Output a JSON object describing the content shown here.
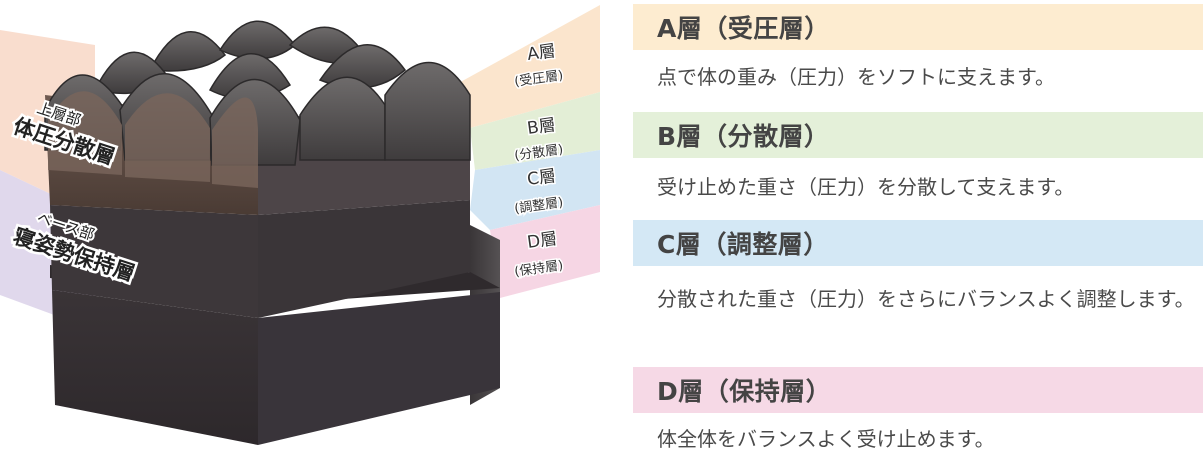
{
  "figure": {
    "upper_small": "上層部",
    "upper_big": "体圧分散層",
    "base_small": "ベース部",
    "base_big": "寝姿勢保持層",
    "tag_a_letter": "A層",
    "tag_a_name": "(受圧層)",
    "tag_b_letter": "B層",
    "tag_b_name": "(分散層)",
    "tag_c_letter": "C層",
    "tag_c_name": "(調整層)",
    "tag_d_letter": "D層",
    "tag_d_name": "(保持層)"
  },
  "layers": [
    {
      "title": "A層（受圧層）",
      "desc": "点で体の重み（圧力）をソフトに支えます。",
      "color": "#fdecd0"
    },
    {
      "title": "B層（分散層）",
      "desc": "受け止めた重さ（圧力）を分散して支えます。",
      "color": "#e4f0d9"
    },
    {
      "title": "C層（調整層）",
      "desc": "分散された重さ（圧力）をさらにバランスよく調整します。",
      "color": "#d4e8f5"
    },
    {
      "title": "D層（保持層）",
      "desc": "体全体をバランスよく受け止めます。",
      "color": "#f6d9e6"
    }
  ]
}
